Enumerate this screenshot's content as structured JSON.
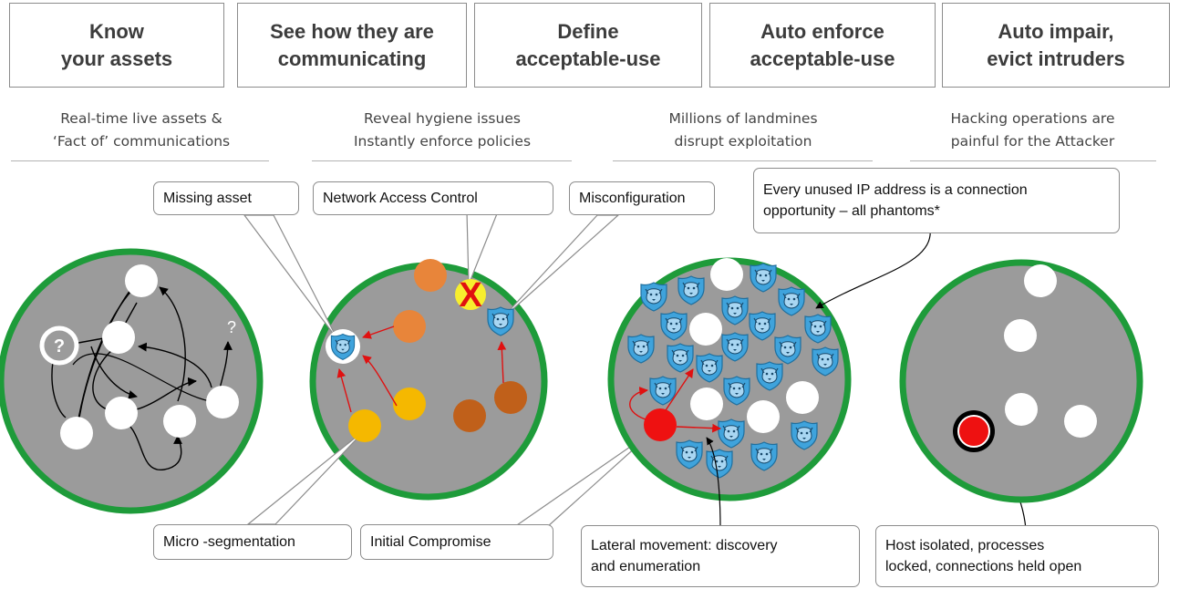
{
  "headers": [
    {
      "label": "Know\nyour assets"
    },
    {
      "label": "See how they are\ncommunicating"
    },
    {
      "label": "Define\nacceptable-use"
    },
    {
      "label": "Auto enforce\nacceptable-use"
    },
    {
      "label": "Auto impair,\nevict intruders"
    }
  ],
  "subtitles": [
    {
      "text": "Real-time live assets &\n‘Fact of’ communications"
    },
    {
      "text": "Reveal hygiene issues\nInstantly enforce policies"
    },
    {
      "text": "Millions of landmines\ndisrupt exploitation"
    },
    {
      "text": "Hacking operations are\npainful for the Attacker"
    }
  ],
  "callouts": {
    "missing_asset": "Missing asset",
    "nac": "Network Access Control",
    "misconfiguration": "Misconfiguration",
    "unused_ip": "Every unused IP address is a connection\nopportunity  – all phantoms*",
    "micro_segmentation": "Micro -segmentation",
    "initial_compromise": "Initial Compromise",
    "lateral_movement": "Lateral movement: discovery\nand enumeration",
    "host_isolated": "Host isolated, processes\nlocked, connections held open"
  },
  "glyphs": {
    "unknown": "?",
    "blocked": "X"
  },
  "colors": {
    "ring": "#1e9b3a",
    "disk": "#9b9b9b",
    "node": "#ffffff",
    "phantom": "#3fa3dc",
    "compromised": "#ee1111",
    "orange": "#e8853a",
    "yellow": "#f5b800",
    "brown": "#c0601a"
  }
}
